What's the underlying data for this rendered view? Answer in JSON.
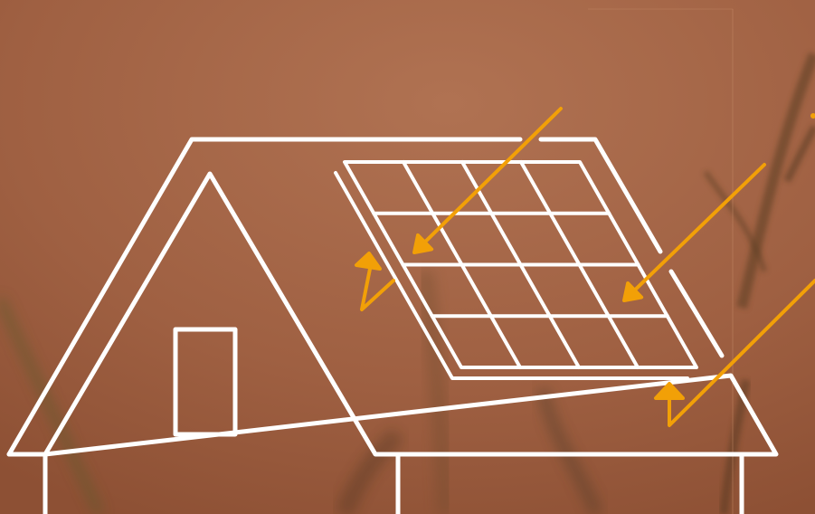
{
  "scene": {
    "background_colors": [
      "#a8694a",
      "#9a5a3b",
      "#b0714f",
      "#8f5234"
    ],
    "line_color": "#ffffff",
    "accent_color": "#f2a007",
    "panel_grid": {
      "rows": 4,
      "cols": 4
    },
    "incoming_rays": 3,
    "reflected_rays": 2
  }
}
